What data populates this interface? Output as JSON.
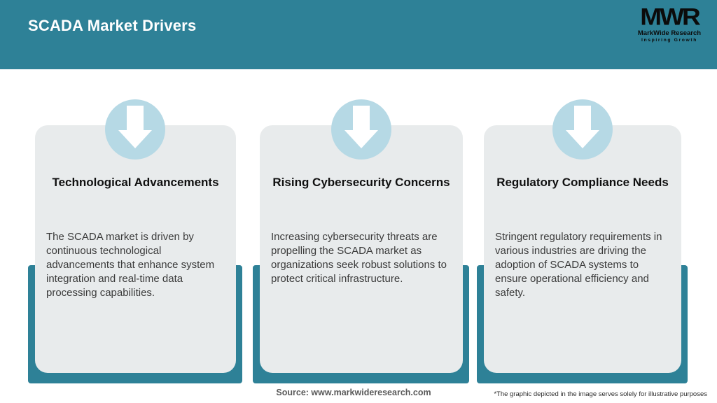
{
  "header": {
    "title": "SCADA Market Drivers",
    "logo": {
      "acronym": "MWR",
      "company": "MarkWide Research",
      "tagline": "Inspiring Growth"
    }
  },
  "cards": [
    {
      "title": "Technological Advancements",
      "description": "The SCADA market is driven by continuous technological advancements that enhance system integration and real-time data processing capabilities.",
      "icon": "down-arrow-icon"
    },
    {
      "title": "Rising Cybersecurity Concerns",
      "description": "Increasing cybersecurity threats are propelling the SCADA market as organizations seek robust solutions to protect critical infrastructure.",
      "icon": "down-arrow-icon"
    },
    {
      "title": "Regulatory Compliance Needs",
      "description": "Stringent regulatory requirements in various industries are driving the adoption of SCADA systems to ensure operational efficiency and safety.",
      "icon": "down-arrow-icon"
    }
  ],
  "footer": {
    "source": "Source: www.markwideresearch.com",
    "disclaimer": "*The graphic depicted in the image serves solely for illustrative purposes"
  },
  "colors": {
    "teal": "#2e8197",
    "circle_blue": "#b6d9e5",
    "card_bg": "#e8ebec",
    "header_text": "#ffffff"
  }
}
